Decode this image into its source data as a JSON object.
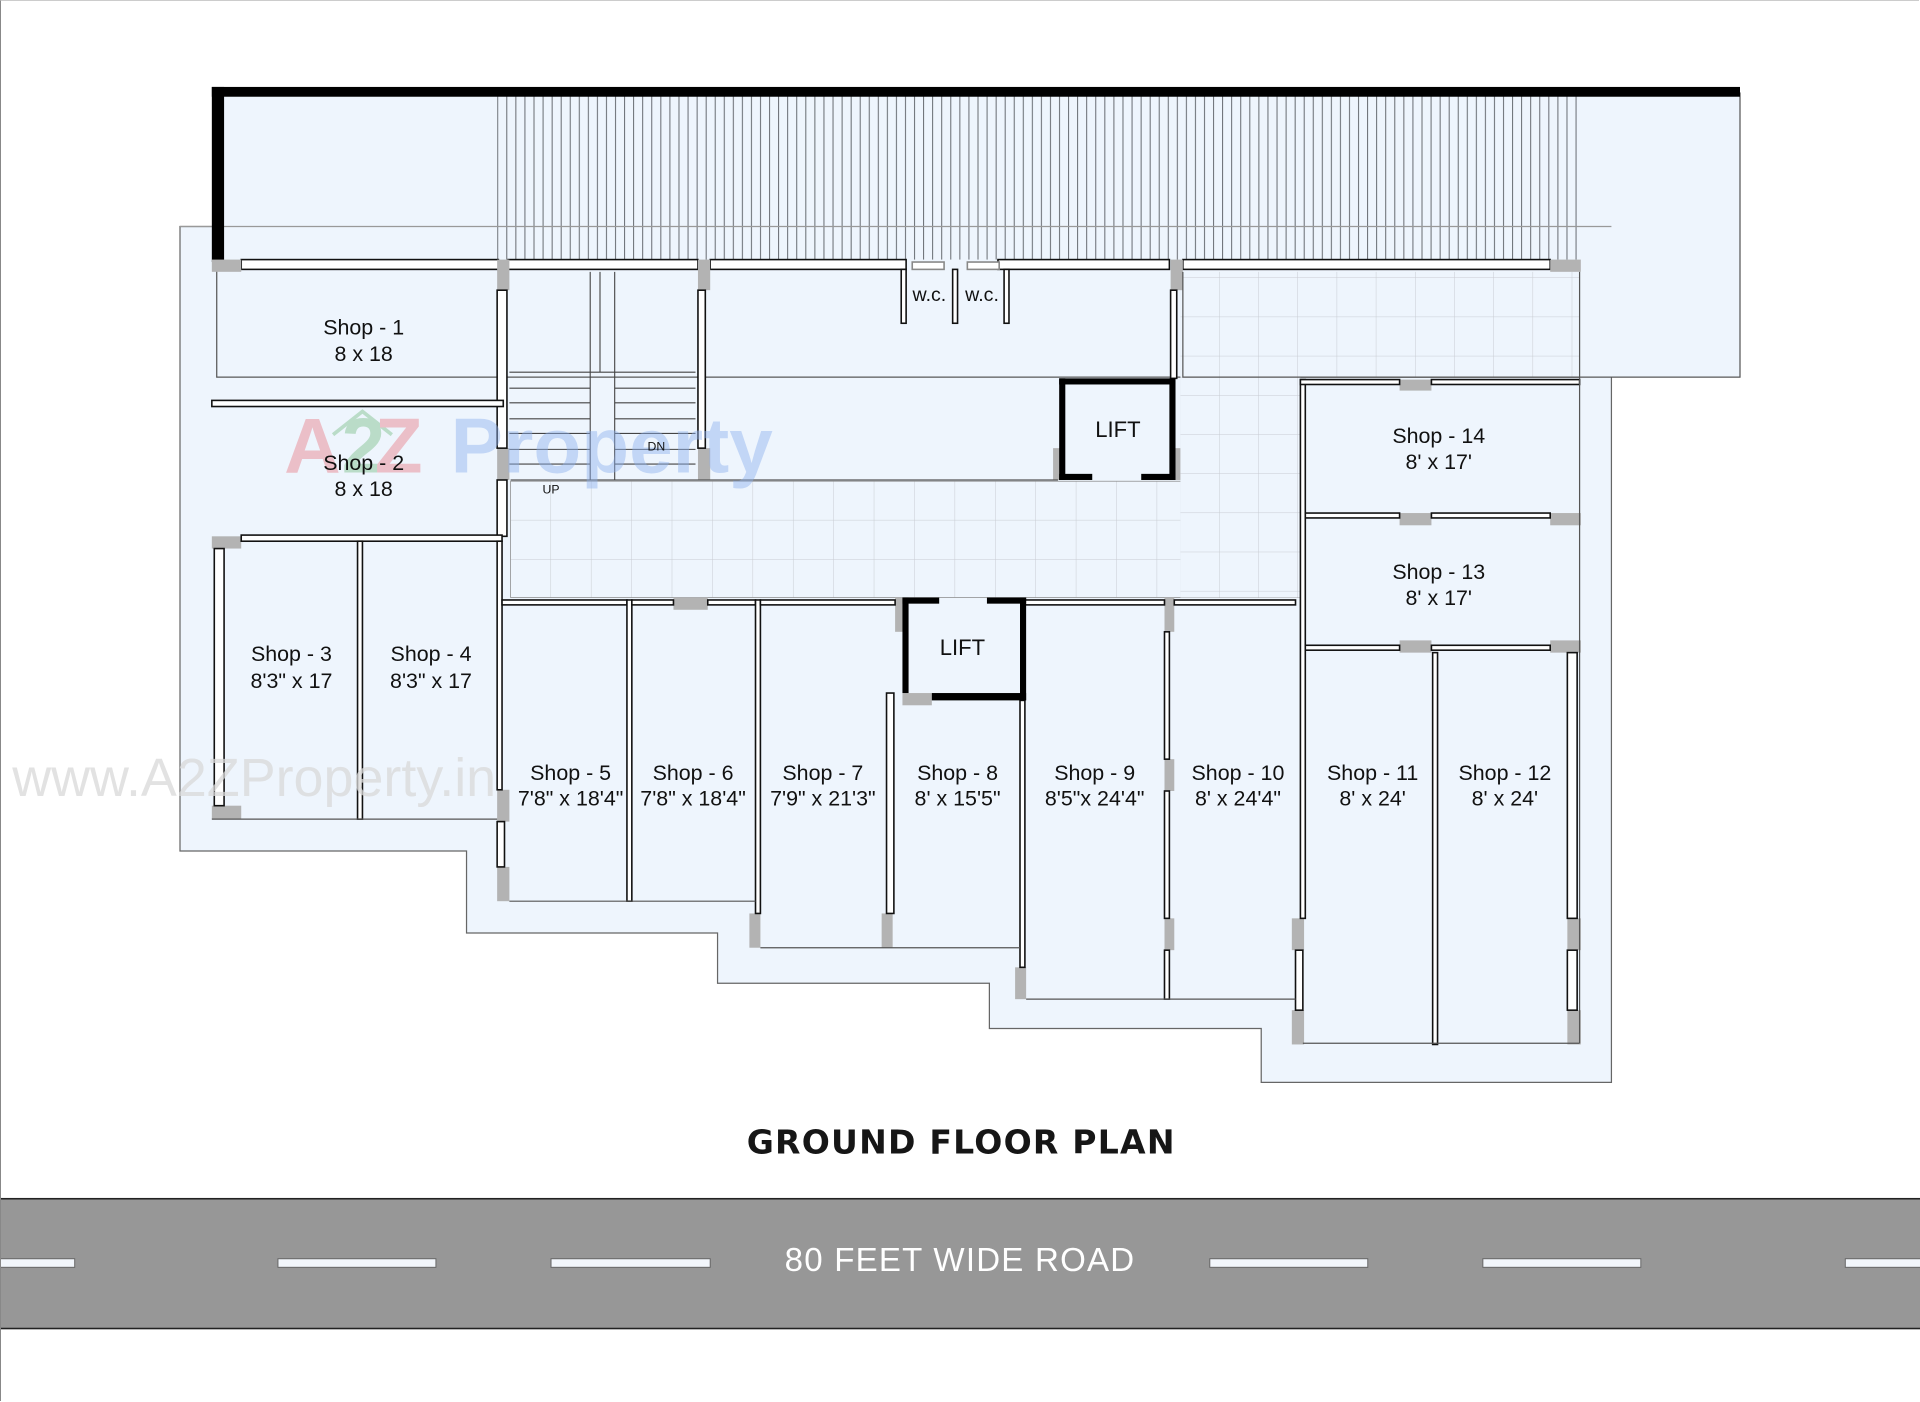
{
  "title": "GROUND FLOOR PLAN",
  "road": {
    "label": "80 FEET WIDE ROAD",
    "color": "#979797",
    "dash_color": "#f2f6fb"
  },
  "watermark": {
    "brand_a": "A",
    "brand_2": "2",
    "brand_z": "Z",
    "brand_property": "Property",
    "url": "www.A2ZProperty.in"
  },
  "colors": {
    "floor_fill": "#eef5fd",
    "wall": "#000000",
    "column": "#b3b3b3",
    "grid_line": "#c8ccd2",
    "outline": "#555555"
  },
  "stairs": {
    "up_label": "UP",
    "down_label": "DN"
  },
  "washrooms": [
    {
      "label": "w.c."
    },
    {
      "label": "w.c."
    }
  ],
  "lifts": [
    {
      "label": "LIFT"
    },
    {
      "label": "LIFT"
    }
  ],
  "shops": [
    {
      "name": "Shop - 1",
      "size": "8 x 18"
    },
    {
      "name": "Shop - 2",
      "size": "8 x 18"
    },
    {
      "name": "Shop - 3",
      "size": "8'3\" x 17"
    },
    {
      "name": "Shop - 4",
      "size": "8'3\" x 17"
    },
    {
      "name": "Shop - 5",
      "size": "7'8\" x 18'4\""
    },
    {
      "name": "Shop - 6",
      "size": "7'8\" x 18'4\""
    },
    {
      "name": "Shop - 7",
      "size": "7'9\" x 21'3\""
    },
    {
      "name": "Shop - 8",
      "size": "8' x 15'5\""
    },
    {
      "name": "Shop - 9",
      "size": "8'5\"x 24'4\""
    },
    {
      "name": "Shop - 10",
      "size": "8' x 24'4\""
    },
    {
      "name": "Shop - 11",
      "size": "8' x 24'"
    },
    {
      "name": "Shop - 12",
      "size": "8' x 24'"
    },
    {
      "name": "Shop - 13",
      "size": "8' x 17'"
    },
    {
      "name": "Shop - 14",
      "size": "8' x 17'"
    }
  ]
}
